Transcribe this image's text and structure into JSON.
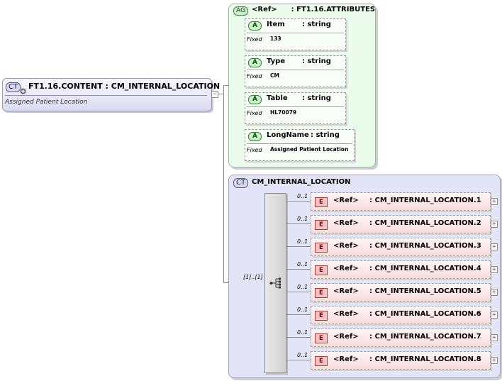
{
  "content_element": {
    "badge": "CT",
    "title": "FT1.16.CONTENT : CM_INTERNAL_LOCATION",
    "annotation": "Assigned Patient Location"
  },
  "attribute_group": {
    "badge": "AG",
    "ref": "<Ref>",
    "name": ": FT1.16.ATTRIBUTES",
    "attributes": [
      {
        "badge": "A",
        "name": "Item",
        "type": ": string",
        "fixed_label": "Fixed",
        "fixed_value": "133"
      },
      {
        "badge": "A",
        "name": "Type",
        "type": ": string",
        "fixed_label": "Fixed",
        "fixed_value": "CM"
      },
      {
        "badge": "A",
        "name": "Table",
        "type": ": string",
        "fixed_label": "Fixed",
        "fixed_value": "HL70079"
      },
      {
        "badge": "A",
        "name": "LongName",
        "type": ": string",
        "fixed_label": "Fixed",
        "fixed_value": "Assigned Patient Location"
      }
    ]
  },
  "complex_type": {
    "badge": "CT",
    "name": "CM_INTERNAL_LOCATION",
    "sequence_multiplicity": "[1]..[1]",
    "elements": [
      {
        "multiplicity": "0..1",
        "badge": "E",
        "ref": "<Ref>",
        "type": ": CM_INTERNAL_LOCATION.1"
      },
      {
        "multiplicity": "0..1",
        "badge": "E",
        "ref": "<Ref>",
        "type": ": CM_INTERNAL_LOCATION.2"
      },
      {
        "multiplicity": "0..1",
        "badge": "E",
        "ref": "<Ref>",
        "type": ": CM_INTERNAL_LOCATION.3"
      },
      {
        "multiplicity": "0..1",
        "badge": "E",
        "ref": "<Ref>",
        "type": ": CM_INTERNAL_LOCATION.4"
      },
      {
        "multiplicity": "0..1",
        "badge": "E",
        "ref": "<Ref>",
        "type": ": CM_INTERNAL_LOCATION.5"
      },
      {
        "multiplicity": "0..1",
        "badge": "E",
        "ref": "<Ref>",
        "type": ": CM_INTERNAL_LOCATION.6"
      },
      {
        "multiplicity": "0..1",
        "badge": "E",
        "ref": "<Ref>",
        "type": ": CM_INTERNAL_LOCATION.7"
      },
      {
        "multiplicity": "0..1",
        "badge": "E",
        "ref": "<Ref>",
        "type": ": CM_INTERNAL_LOCATION.8"
      }
    ]
  },
  "icons": {
    "expand": "expand-plus-icon",
    "collapse": "collapse-minus-icon",
    "sequence": "sequence-compositor-icon"
  }
}
